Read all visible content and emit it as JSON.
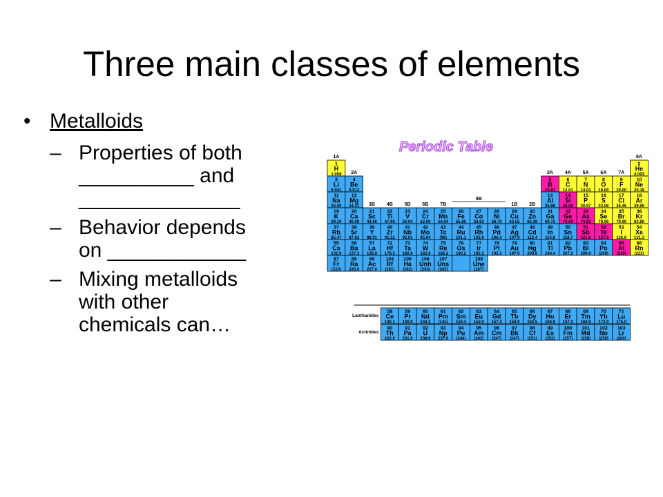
{
  "slide": {
    "title": "Three main classes of elements",
    "bullet": "Metalloids",
    "bullet_marker": "•",
    "dash": "–",
    "sub_bullets": [
      [
        "Properties of both",
        "__________ and",
        "______________"
      ],
      [
        "Behavior depends",
        "on ____________"
      ],
      [
        "Mixing metalloids",
        "with other",
        "chemicals can…"
      ]
    ]
  },
  "periodic_table": {
    "title": "Periodic Table",
    "colors": {
      "metal": "#3fa9f5",
      "metalloid": "#ff1aa8",
      "nonmetal": "#ffff33",
      "border": "#000000",
      "title_fill": "#ffb3ff",
      "title_stroke": "#9a4ad8"
    },
    "group_labels": [
      {
        "col": 1,
        "row": 1,
        "text": "1A"
      },
      {
        "col": 2,
        "row": 2,
        "text": "2A"
      },
      {
        "col": 3,
        "row": 4,
        "text": "3B"
      },
      {
        "col": 4,
        "row": 4,
        "text": "4B"
      },
      {
        "col": 5,
        "row": 4,
        "text": "5B"
      },
      {
        "col": 6,
        "row": 4,
        "text": "6B"
      },
      {
        "col": 7,
        "row": 4,
        "text": "7B"
      },
      {
        "col": 11,
        "row": 4,
        "text": "1B"
      },
      {
        "col": 12,
        "row": 4,
        "text": "2B"
      },
      {
        "col": 13,
        "row": 2,
        "text": "3A"
      },
      {
        "col": 14,
        "row": 2,
        "text": "4A"
      },
      {
        "col": 15,
        "row": 2,
        "text": "5A"
      },
      {
        "col": 16,
        "row": 2,
        "text": "6A"
      },
      {
        "col": 17,
        "row": 2,
        "text": "7A"
      },
      {
        "col": 18,
        "row": 1,
        "text": "8A"
      }
    ],
    "label_8b": "8B",
    "row_labels": {
      "lanthanides": "Lanthanides",
      "actinides": "Actinides"
    },
    "elements": [
      {
        "z": "1",
        "s": "H",
        "m": "1.008",
        "r": 1,
        "c": 1,
        "k": "n"
      },
      {
        "z": "2",
        "s": "He",
        "m": "4.003",
        "r": 1,
        "c": 18,
        "k": "n"
      },
      {
        "z": "3",
        "s": "Li",
        "m": "6.941",
        "r": 2,
        "c": 1,
        "k": "m"
      },
      {
        "z": "4",
        "s": "Be",
        "m": "9.012",
        "r": 2,
        "c": 2,
        "k": "m"
      },
      {
        "z": "5",
        "s": "B",
        "m": "10.81",
        "r": 2,
        "c": 13,
        "k": "d"
      },
      {
        "z": "6",
        "s": "C",
        "m": "12.01",
        "r": 2,
        "c": 14,
        "k": "n"
      },
      {
        "z": "7",
        "s": "N",
        "m": "14.01",
        "r": 2,
        "c": 15,
        "k": "n"
      },
      {
        "z": "8",
        "s": "O",
        "m": "16.00",
        "r": 2,
        "c": 16,
        "k": "n"
      },
      {
        "z": "9",
        "s": "F",
        "m": "19.00",
        "r": 2,
        "c": 17,
        "k": "n"
      },
      {
        "z": "10",
        "s": "Ne",
        "m": "20.18",
        "r": 2,
        "c": 18,
        "k": "n"
      },
      {
        "z": "11",
        "s": "Na",
        "m": "23.00",
        "r": 3,
        "c": 1,
        "k": "m"
      },
      {
        "z": "12",
        "s": "Mg",
        "m": "24.31",
        "r": 3,
        "c": 2,
        "k": "m"
      },
      {
        "z": "13",
        "s": "Al",
        "m": "26.98",
        "r": 3,
        "c": 13,
        "k": "m"
      },
      {
        "z": "14",
        "s": "Si",
        "m": "28.09",
        "r": 3,
        "c": 14,
        "k": "d"
      },
      {
        "z": "15",
        "s": "P",
        "m": "30.97",
        "r": 3,
        "c": 15,
        "k": "n"
      },
      {
        "z": "16",
        "s": "S",
        "m": "32.06",
        "r": 3,
        "c": 16,
        "k": "n"
      },
      {
        "z": "17",
        "s": "Cl",
        "m": "35.45",
        "r": 3,
        "c": 17,
        "k": "n"
      },
      {
        "z": "18",
        "s": "Ar",
        "m": "39.95",
        "r": 3,
        "c": 18,
        "k": "n"
      },
      {
        "z": "19",
        "s": "K",
        "m": "39.10",
        "r": 4,
        "c": 1,
        "k": "m"
      },
      {
        "z": "20",
        "s": "Ca",
        "m": "40.08",
        "r": 4,
        "c": 2,
        "k": "m"
      },
      {
        "z": "21",
        "s": "Sc",
        "m": "44.96",
        "r": 4,
        "c": 3,
        "k": "m"
      },
      {
        "z": "22",
        "s": "Ti",
        "m": "47.90",
        "r": 4,
        "c": 4,
        "k": "m"
      },
      {
        "z": "23",
        "s": "V",
        "m": "50.94",
        "r": 4,
        "c": 5,
        "k": "m"
      },
      {
        "z": "24",
        "s": "Cr",
        "m": "52.00",
        "r": 4,
        "c": 6,
        "k": "m"
      },
      {
        "z": "25",
        "s": "Mn",
        "m": "54.94",
        "r": 4,
        "c": 7,
        "k": "m"
      },
      {
        "z": "26",
        "s": "Fe",
        "m": "55.85",
        "r": 4,
        "c": 8,
        "k": "m"
      },
      {
        "z": "27",
        "s": "Co",
        "m": "58.93",
        "r": 4,
        "c": 9,
        "k": "m"
      },
      {
        "z": "28",
        "s": "Ni",
        "m": "58.70",
        "r": 4,
        "c": 10,
        "k": "m"
      },
      {
        "z": "29",
        "s": "Cu",
        "m": "63.55",
        "r": 4,
        "c": 11,
        "k": "m"
      },
      {
        "z": "30",
        "s": "Zn",
        "m": "65.38",
        "r": 4,
        "c": 12,
        "k": "m"
      },
      {
        "z": "31",
        "s": "Ga",
        "m": "69.72",
        "r": 4,
        "c": 13,
        "k": "m"
      },
      {
        "z": "32",
        "s": "Ge",
        "m": "72.59",
        "r": 4,
        "c": 14,
        "k": "d"
      },
      {
        "z": "33",
        "s": "As",
        "m": "74.92",
        "r": 4,
        "c": 15,
        "k": "d"
      },
      {
        "z": "34",
        "s": "Se",
        "m": "78.96",
        "r": 4,
        "c": 16,
        "k": "n"
      },
      {
        "z": "35",
        "s": "Br",
        "m": "79.90",
        "r": 4,
        "c": 17,
        "k": "n"
      },
      {
        "z": "36",
        "s": "Kr",
        "m": "83.80",
        "r": 4,
        "c": 18,
        "k": "n"
      },
      {
        "z": "37",
        "s": "Rb",
        "m": "85.47",
        "r": 5,
        "c": 1,
        "k": "m"
      },
      {
        "z": "38",
        "s": "Sr",
        "m": "87.62",
        "r": 5,
        "c": 2,
        "k": "m"
      },
      {
        "z": "39",
        "s": "Y",
        "m": "88.91",
        "r": 5,
        "c": 3,
        "k": "m"
      },
      {
        "z": "40",
        "s": "Zr",
        "m": "91.22",
        "r": 5,
        "c": 4,
        "k": "m"
      },
      {
        "z": "41",
        "s": "Nb",
        "m": "92.91",
        "r": 5,
        "c": 5,
        "k": "m"
      },
      {
        "z": "42",
        "s": "Mo",
        "m": "95.94",
        "r": 5,
        "c": 6,
        "k": "m"
      },
      {
        "z": "43",
        "s": "Tc",
        "m": "(98)",
        "r": 5,
        "c": 7,
        "k": "m"
      },
      {
        "z": "44",
        "s": "Ru",
        "m": "101.1",
        "r": 5,
        "c": 8,
        "k": "m"
      },
      {
        "z": "45",
        "s": "Rh",
        "m": "102.9",
        "r": 5,
        "c": 9,
        "k": "m"
      },
      {
        "z": "46",
        "s": "Pd",
        "m": "106.4",
        "r": 5,
        "c": 10,
        "k": "m"
      },
      {
        "z": "47",
        "s": "Ag",
        "m": "107.9",
        "r": 5,
        "c": 11,
        "k": "m"
      },
      {
        "z": "48",
        "s": "Cd",
        "m": "112.4",
        "r": 5,
        "c": 12,
        "k": "m"
      },
      {
        "z": "49",
        "s": "In",
        "m": "114.8",
        "r": 5,
        "c": 13,
        "k": "m"
      },
      {
        "z": "50",
        "s": "Sn",
        "m": "118.7",
        "r": 5,
        "c": 14,
        "k": "m"
      },
      {
        "z": "51",
        "s": "Sb",
        "m": "121.8",
        "r": 5,
        "c": 15,
        "k": "d"
      },
      {
        "z": "52",
        "s": "Te",
        "m": "127.6",
        "r": 5,
        "c": 16,
        "k": "d"
      },
      {
        "z": "53",
        "s": "I",
        "m": "126.9",
        "r": 5,
        "c": 17,
        "k": "n"
      },
      {
        "z": "54",
        "s": "Xe",
        "m": "131.3",
        "r": 5,
        "c": 18,
        "k": "n"
      },
      {
        "z": "55",
        "s": "Cs",
        "m": "132.9",
        "r": 6,
        "c": 1,
        "k": "m"
      },
      {
        "z": "56",
        "s": "Ba",
        "m": "137.3",
        "r": 6,
        "c": 2,
        "k": "m"
      },
      {
        "z": "57",
        "s": "La",
        "m": "138.9",
        "r": 6,
        "c": 3,
        "k": "m"
      },
      {
        "z": "72",
        "s": "Hf",
        "m": "178.5",
        "r": 6,
        "c": 4,
        "k": "m"
      },
      {
        "z": "73",
        "s": "Ta",
        "m": "180.9",
        "r": 6,
        "c": 5,
        "k": "m"
      },
      {
        "z": "74",
        "s": "W",
        "m": "183.9",
        "r": 6,
        "c": 6,
        "k": "m"
      },
      {
        "z": "75",
        "s": "Re",
        "m": "186.2",
        "r": 6,
        "c": 7,
        "k": "m"
      },
      {
        "z": "76",
        "s": "Os",
        "m": "190.2",
        "r": 6,
        "c": 8,
        "k": "m"
      },
      {
        "z": "77",
        "s": "Ir",
        "m": "192.2",
        "r": 6,
        "c": 9,
        "k": "m"
      },
      {
        "z": "78",
        "s": "Pt",
        "m": "195.1",
        "r": 6,
        "c": 10,
        "k": "m"
      },
      {
        "z": "79",
        "s": "Au",
        "m": "197.0",
        "r": 6,
        "c": 11,
        "k": "m"
      },
      {
        "z": "80",
        "s": "Hg",
        "m": "200.6",
        "r": 6,
        "c": 12,
        "k": "m"
      },
      {
        "z": "81",
        "s": "Tl",
        "m": "204.4",
        "r": 6,
        "c": 13,
        "k": "m"
      },
      {
        "z": "82",
        "s": "Pb",
        "m": "207.2",
        "r": 6,
        "c": 14,
        "k": "m"
      },
      {
        "z": "83",
        "s": "Bi",
        "m": "209.0",
        "r": 6,
        "c": 15,
        "k": "m"
      },
      {
        "z": "84",
        "s": "Po",
        "m": "(209)",
        "r": 6,
        "c": 16,
        "k": "m"
      },
      {
        "z": "85",
        "s": "At",
        "m": "(210)",
        "r": 6,
        "c": 17,
        "k": "d"
      },
      {
        "z": "86",
        "s": "Rn",
        "m": "(222)",
        "r": 6,
        "c": 18,
        "k": "n"
      },
      {
        "z": "87",
        "s": "Fr",
        "m": "(223)",
        "r": 7,
        "c": 1,
        "k": "m"
      },
      {
        "z": "88",
        "s": "Ra",
        "m": "226.0",
        "r": 7,
        "c": 2,
        "k": "m"
      },
      {
        "z": "89",
        "s": "Ac",
        "m": "227.0",
        "r": 7,
        "c": 3,
        "k": "m"
      },
      {
        "z": "104",
        "s": "Rf",
        "m": "(261)",
        "r": 7,
        "c": 4,
        "k": "m"
      },
      {
        "z": "105",
        "s": "Ha",
        "m": "(262)",
        "r": 7,
        "c": 5,
        "k": "m"
      },
      {
        "z": "106",
        "s": "Unh",
        "m": "(263)",
        "r": 7,
        "c": 6,
        "k": "m"
      },
      {
        "z": "107",
        "s": "Uns",
        "m": "(262)",
        "r": 7,
        "c": 7,
        "k": "m"
      },
      {
        "z": "",
        "s": "",
        "m": "",
        "r": 7,
        "c": 8,
        "k": "m"
      },
      {
        "z": "109",
        "s": "Une",
        "m": "(267)",
        "r": 7,
        "c": 9,
        "k": "m"
      },
      {
        "z": "58",
        "s": "Ce",
        "m": "140.1",
        "r": 8,
        "c": 4,
        "k": "m"
      },
      {
        "z": "59",
        "s": "Pr",
        "m": "140.9",
        "r": 8,
        "c": 5,
        "k": "m"
      },
      {
        "z": "60",
        "s": "Nd",
        "m": "144.2",
        "r": 8,
        "c": 6,
        "k": "m"
      },
      {
        "z": "61",
        "s": "Pm",
        "m": "(145)",
        "r": 8,
        "c": 7,
        "k": "m"
      },
      {
        "z": "62",
        "s": "Sm",
        "m": "150.4",
        "r": 8,
        "c": 8,
        "k": "m"
      },
      {
        "z": "63",
        "s": "Eu",
        "m": "152.0",
        "r": 8,
        "c": 9,
        "k": "m"
      },
      {
        "z": "64",
        "s": "Gd",
        "m": "157.3",
        "r": 8,
        "c": 10,
        "k": "m"
      },
      {
        "z": "65",
        "s": "Tb",
        "m": "158.9",
        "r": 8,
        "c": 11,
        "k": "m"
      },
      {
        "z": "66",
        "s": "Dy",
        "m": "162.5",
        "r": 8,
        "c": 12,
        "k": "m"
      },
      {
        "z": "67",
        "s": "Ho",
        "m": "164.9",
        "r": 8,
        "c": 13,
        "k": "m"
      },
      {
        "z": "68",
        "s": "Er",
        "m": "167.3",
        "r": 8,
        "c": 14,
        "k": "m"
      },
      {
        "z": "69",
        "s": "Tm",
        "m": "168.9",
        "r": 8,
        "c": 15,
        "k": "m"
      },
      {
        "z": "70",
        "s": "Yb",
        "m": "173.0",
        "r": 8,
        "c": 16,
        "k": "m"
      },
      {
        "z": "71",
        "s": "Lu",
        "m": "175.0",
        "r": 8,
        "c": 17,
        "k": "m"
      },
      {
        "z": "90",
        "s": "Th",
        "m": "232.0",
        "r": 9,
        "c": 4,
        "k": "m"
      },
      {
        "z": "91",
        "s": "Pa",
        "m": "231.0",
        "r": 9,
        "c": 5,
        "k": "m"
      },
      {
        "z": "92",
        "s": "U",
        "m": "238.0",
        "r": 9,
        "c": 6,
        "k": "m"
      },
      {
        "z": "93",
        "s": "Np",
        "m": "237.0",
        "r": 9,
        "c": 7,
        "k": "m"
      },
      {
        "z": "94",
        "s": "Pu",
        "m": "(244)",
        "r": 9,
        "c": 8,
        "k": "m"
      },
      {
        "z": "95",
        "s": "Am",
        "m": "(243)",
        "r": 9,
        "c": 9,
        "k": "m"
      },
      {
        "z": "96",
        "s": "Cm",
        "m": "(247)",
        "r": 9,
        "c": 10,
        "k": "m"
      },
      {
        "z": "97",
        "s": "Bk",
        "m": "(247)",
        "r": 9,
        "c": 11,
        "k": "m"
      },
      {
        "z": "98",
        "s": "Cf",
        "m": "(251)",
        "r": 9,
        "c": 12,
        "k": "m"
      },
      {
        "z": "99",
        "s": "Es",
        "m": "(252)",
        "r": 9,
        "c": 13,
        "k": "m"
      },
      {
        "z": "100",
        "s": "Fm",
        "m": "(257)",
        "r": 9,
        "c": 14,
        "k": "m"
      },
      {
        "z": "101",
        "s": "Md",
        "m": "(258)",
        "r": 9,
        "c": 15,
        "k": "m"
      },
      {
        "z": "102",
        "s": "No",
        "m": "(259)",
        "r": 9,
        "c": 16,
        "k": "m"
      },
      {
        "z": "103",
        "s": "Lr",
        "m": "(260)",
        "r": 9,
        "c": 17,
        "k": "m"
      }
    ]
  }
}
